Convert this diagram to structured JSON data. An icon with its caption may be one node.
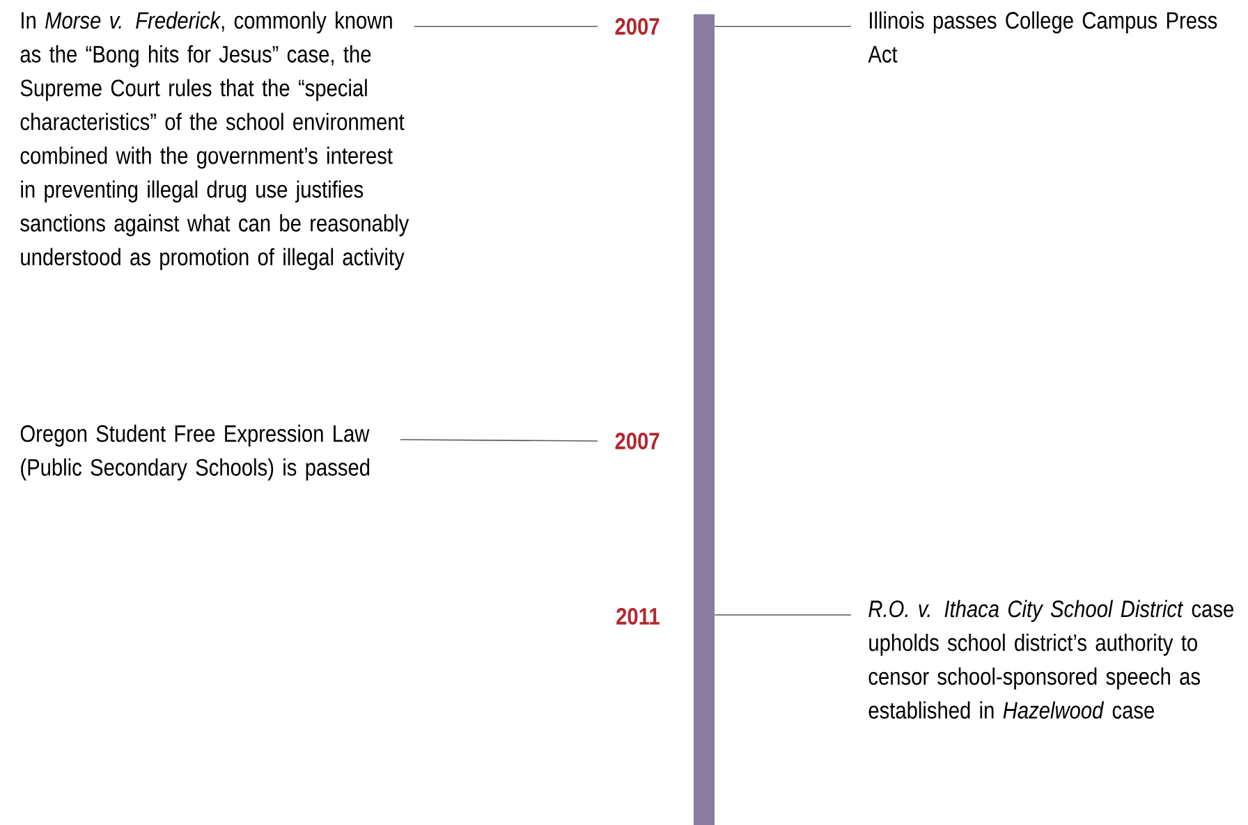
{
  "diagram": {
    "nodes": [
      {
        "text": [
          "In *Morse v. Frederick*, commonly known as the “Bong hits for Jesus” case, the Supreme Court rules that the “special characteristics” of the school environment combined with the government’s interest in preventing illegal drug use justifies sanctions against what can be reasonably understood as promotion of illegal activity"
        ]
      },
      {
        "text": [
          "2007"
        ]
      },
      {
        "text": [],
        "shape": "bar"
      },
      {
        "text": [
          "Illinois passes College Campus Press Act"
        ]
      },
      {
        "text": [
          "Oregon Student Free Expression Law (Public Secondary Schools) is passed"
        ]
      },
      {
        "text": [
          "2007"
        ]
      },
      {
        "text": [
          "2011"
        ]
      },
      {
        "text": [
          "*R.O. v. Ithaca City School District* case upholds school district’s authority to censor school-sponsored speech as established in *Hazelwood* case"
        ]
      }
    ],
    "edges": [
      {
        "from": 0,
        "to": 1,
        "arrow": "none"
      },
      {
        "from": 2,
        "to": 3,
        "arrow": "none"
      },
      {
        "from": 4,
        "to": 5,
        "arrow": "none"
      },
      {
        "from": 2,
        "to": 7,
        "arrow": "none"
      }
    ]
  }
}
